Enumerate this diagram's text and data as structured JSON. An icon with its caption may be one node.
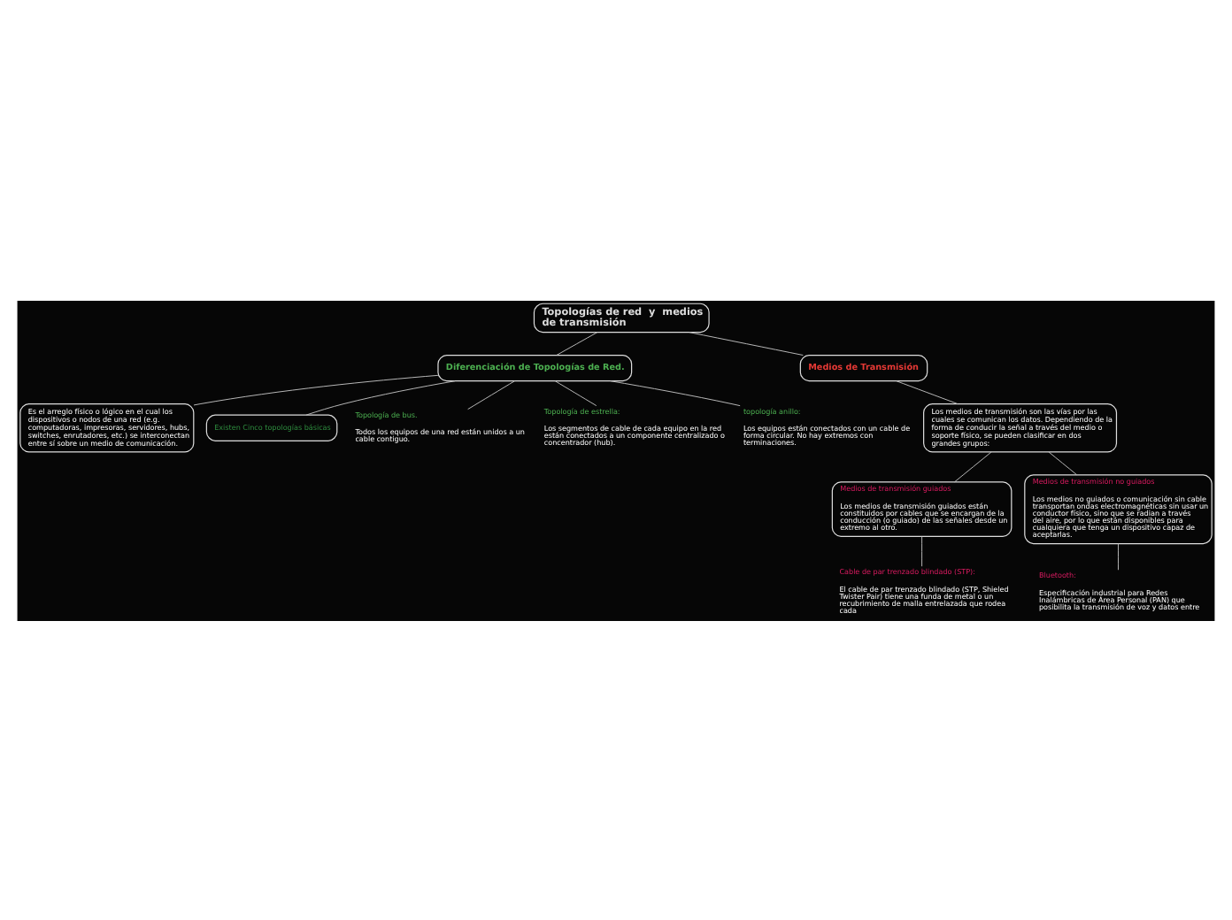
{
  "diagram": {
    "nodes": [
      {
        "text": [
          "Topologías de red  y  medios de transmisión"
        ]
      },
      {
        "text": [
          "Diferenciación de Topologías de Red."
        ]
      },
      {
        "text": [
          "Es el arreglo físico o lógico en el cual los dispositivos o nodos de una red (e.g. computadoras, impresoras, servidores, hubs, switches, enrutadores, etc.) se interconectan entre sí sobre un medio de comunicación."
        ]
      },
      {
        "text": [
          "Existen Cinco topologías básicas"
        ]
      },
      {
        "text": [
          "Topología de bus.",
          "Todos los equipos de una red están unidos a un cable contiguo."
        ]
      },
      {
        "text": [
          "Topología de estrella:",
          "Los segmentos de cable de cada equipo en la red están conectados a un componente centralizado o concentrador (hub)."
        ]
      },
      {
        "text": [
          "topología anillo:",
          "Los equipos están conectados con un cable de forma circular. No hay extremos con terminaciones."
        ]
      },
      {
        "text": [
          "Medios de Transmisión"
        ]
      },
      {
        "text": [
          "Los medios de transmisión son las vías por las cuales se comunican los datos. Dependiendo de la forma de conducir la señal a través del medio o soporte físico, se pueden clasificar en dos grandes grupos:"
        ]
      },
      {
        "text": [
          "Medios de transmisión guiados",
          "Los medios de transmisión guiados están constituidos por cables que se encargan de la conducción (o guiado) de las señales desde un extremo al otro."
        ]
      },
      {
        "text": [
          "Medios de transmisión no guiados",
          "Los medios no guiados o comunicación sin cable transportan ondas electromagnéticas sin usar un conductor físico, sino que se radian a través del aire, por lo que están disponibles para cualquiera que tenga un dispositivo capaz de aceptarlas."
        ]
      },
      {
        "text": [
          "Cable de par trenzado blindado (STP):",
          "El cable de par trenzado blindado (STP, Shieled Twister Pair) tiene una funda de metal o un recubrimiento de malla entrelazada que rodea cada"
        ]
      },
      {
        "text": [
          "Bluetooth:",
          "Especificación industrial para Redes Inalámbricas de Área Personal (PAN) que posibilita la transmisión de voz y datos entre"
        ]
      }
    ],
    "edges": [
      {
        "from": 0,
        "to": 1,
        "arrow": "none"
      },
      {
        "from": 0,
        "to": 7,
        "arrow": "none"
      },
      {
        "from": 1,
        "to": 2,
        "arrow": "none"
      },
      {
        "from": 1,
        "to": 3,
        "arrow": "none"
      },
      {
        "from": 1,
        "to": 4,
        "arrow": "none"
      },
      {
        "from": 1,
        "to": 5,
        "arrow": "none"
      },
      {
        "from": 1,
        "to": 6,
        "arrow": "none"
      },
      {
        "from": 7,
        "to": 8,
        "arrow": "none"
      },
      {
        "from": 8,
        "to": 9,
        "arrow": "none"
      },
      {
        "from": 8,
        "to": 10,
        "arrow": "none"
      },
      {
        "from": 9,
        "to": 11,
        "arrow": "none"
      },
      {
        "from": 10,
        "to": 12,
        "arrow": "none"
      }
    ]
  }
}
